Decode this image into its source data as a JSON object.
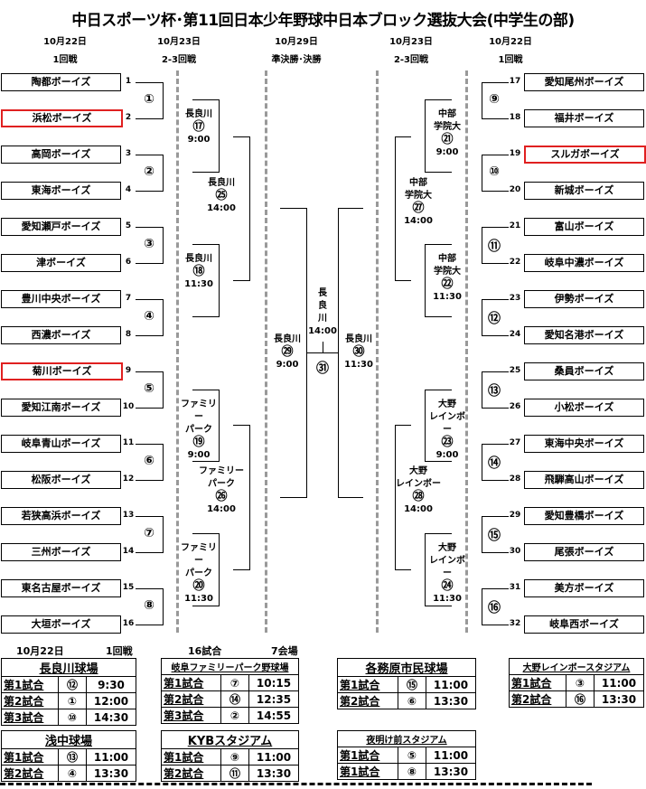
{
  "title": "中日スポーツ杯･第11回日本少年野球中日本ブロック選抜大会(中学生の部)",
  "columns": [
    {
      "date": "10月22日",
      "round": "1回戦"
    },
    {
      "date": "10月23日",
      "round": "2-3回戦"
    },
    {
      "date": "10月29日",
      "round": "準決勝･決勝"
    },
    {
      "date": "10月23日",
      "round": "2-3回戦"
    },
    {
      "date": "10月22日",
      "round": "1回戦"
    }
  ],
  "teams_left": [
    {
      "seed": "1",
      "name": "陶都ボーイズ",
      "highlighted": false
    },
    {
      "seed": "2",
      "name": "浜松ボーイズ",
      "highlighted": true
    },
    {
      "seed": "3",
      "name": "高岡ボーイズ",
      "highlighted": false
    },
    {
      "seed": "4",
      "name": "東海ボーイズ",
      "highlighted": false
    },
    {
      "seed": "5",
      "name": "愛知瀬戸ボーイズ",
      "highlighted": false
    },
    {
      "seed": "6",
      "name": "津ボーイズ",
      "highlighted": false
    },
    {
      "seed": "7",
      "name": "豊川中央ボーイズ",
      "highlighted": false
    },
    {
      "seed": "8",
      "name": "西濃ボーイズ",
      "highlighted": false
    },
    {
      "seed": "9",
      "name": "菊川ボーイズ",
      "highlighted": true
    },
    {
      "seed": "10",
      "name": "愛知江南ボーイズ",
      "highlighted": false
    },
    {
      "seed": "11",
      "name": "岐阜青山ボーイズ",
      "highlighted": false
    },
    {
      "seed": "12",
      "name": "松阪ボーイズ",
      "highlighted": false
    },
    {
      "seed": "13",
      "name": "若狭高浜ボーイズ",
      "highlighted": false
    },
    {
      "seed": "14",
      "name": "三州ボーイズ",
      "highlighted": false
    },
    {
      "seed": "15",
      "name": "東名古屋ボーイズ",
      "highlighted": false
    },
    {
      "seed": "16",
      "name": "大垣ボーイズ",
      "highlighted": false
    }
  ],
  "teams_right": [
    {
      "seed": "17",
      "name": "愛知尾州ボーイズ",
      "highlighted": false
    },
    {
      "seed": "18",
      "name": "福井ボーイズ",
      "highlighted": false
    },
    {
      "seed": "19",
      "name": "スルガボーイズ",
      "highlighted": true
    },
    {
      "seed": "20",
      "name": "新城ボーイズ",
      "highlighted": false
    },
    {
      "seed": "21",
      "name": "富山ボーイズ",
      "highlighted": false
    },
    {
      "seed": "22",
      "name": "岐阜中濃ボーイズ",
      "highlighted": false
    },
    {
      "seed": "23",
      "name": "伊勢ボーイズ",
      "highlighted": false
    },
    {
      "seed": "24",
      "name": "愛知名港ボーイズ",
      "highlighted": false
    },
    {
      "seed": "25",
      "name": "桑員ボーイズ",
      "highlighted": false
    },
    {
      "seed": "26",
      "name": "小松ボーイズ",
      "highlighted": false
    },
    {
      "seed": "27",
      "name": "東海中央ボーイズ",
      "highlighted": false
    },
    {
      "seed": "28",
      "name": "飛騨高山ボーイズ",
      "highlighted": false
    },
    {
      "seed": "29",
      "name": "愛知豊橋ボーイズ",
      "highlighted": false
    },
    {
      "seed": "30",
      "name": "尾張ボーイズ",
      "highlighted": false
    },
    {
      "seed": "31",
      "name": "美方ボーイズ",
      "highlighted": false
    },
    {
      "seed": "32",
      "name": "岐阜西ボーイズ",
      "highlighted": false
    }
  ],
  "round1_left": [
    "①",
    "②",
    "③",
    "④",
    "⑤",
    "⑥",
    "⑦",
    "⑧"
  ],
  "round1_right": [
    "⑨",
    "⑩",
    "⑪",
    "⑫",
    "⑬",
    "⑭",
    "⑮",
    "⑯"
  ],
  "round2_left": [
    {
      "no": "⑰",
      "venue": "長良川",
      "time": "9:00"
    },
    {
      "no": "⑱",
      "venue": "長良川",
      "time": "11:30"
    },
    {
      "no": "⑲",
      "venue": "ファミリー\nパーク",
      "time": "9:00"
    },
    {
      "no": "⑳",
      "venue": "ファミリー\nパーク",
      "time": "11:30"
    }
  ],
  "round2_right": [
    {
      "no": "㉑",
      "venue": "中部\n学院大",
      "time": "9:00"
    },
    {
      "no": "㉒",
      "venue": "中部\n学院大",
      "time": "11:30"
    },
    {
      "no": "㉓",
      "venue": "大野\nレインボー",
      "time": "9:00"
    },
    {
      "no": "㉔",
      "venue": "大野\nレインボー",
      "time": "11:30"
    }
  ],
  "round3_left": [
    {
      "no": "㉕",
      "venue": "長良川",
      "time": "14:00"
    },
    {
      "no": "㉖",
      "venue": "ファミリー\nパーク",
      "time": "14:00"
    }
  ],
  "round3_right": [
    {
      "no": "㉗",
      "venue": "中部\n学院大",
      "time": "14:00"
    },
    {
      "no": "㉘",
      "venue": "大野\nレインボー",
      "time": "14:00"
    }
  ],
  "semis": [
    {
      "no": "㉙",
      "venue": "長良川",
      "time": "9:00"
    },
    {
      "no": "㉚",
      "venue": "長良川",
      "time": "11:30"
    }
  ],
  "final": {
    "no": "㉛",
    "venue": "長\n良\n川",
    "time": "14:00"
  },
  "schedule": {
    "date": "10月22日",
    "round": "1回戦",
    "games": "16試合",
    "venues": "7会場",
    "tables": [
      {
        "name": "長良川球場",
        "rows": [
          {
            "label": "第1試合",
            "game": "⑫",
            "time": "9:30"
          },
          {
            "label": "第2試合",
            "game": "①",
            "time": "12:00"
          },
          {
            "label": "第3試合",
            "game": "⑩",
            "time": "14:30"
          }
        ]
      },
      {
        "name": "岐阜ファミリーパーク野球場",
        "rows": [
          {
            "label": "第1試合",
            "game": "⑦",
            "time": "10:15"
          },
          {
            "label": "第2試合",
            "game": "⑭",
            "time": "12:35"
          },
          {
            "label": "第3試合",
            "game": "②",
            "time": "14:55"
          }
        ]
      },
      {
        "name": "各務原市民球場",
        "rows": [
          {
            "label": "第1試合",
            "game": "⑮",
            "time": "11:00"
          },
          {
            "label": "第2試合",
            "game": "⑥",
            "time": "13:30"
          }
        ]
      },
      {
        "name": "大野レインボースタジアム",
        "rows": [
          {
            "label": "第1試合",
            "game": "③",
            "time": "11:00"
          },
          {
            "label": "第2試合",
            "game": "⑯",
            "time": "13:30"
          }
        ]
      },
      {
        "name": "浅中球場",
        "rows": [
          {
            "label": "第1試合",
            "game": "⑬",
            "time": "11:00"
          },
          {
            "label": "第2試合",
            "game": "④",
            "time": "13:30"
          }
        ]
      },
      {
        "name": "KYBスタジアム",
        "rows": [
          {
            "label": "第1試合",
            "game": "⑨",
            "time": "11:00"
          },
          {
            "label": "第2試合",
            "game": "⑪",
            "time": "13:30"
          }
        ]
      },
      {
        "name": "夜明け前スタジアム",
        "rows": [
          {
            "label": "第1試合",
            "game": "⑤",
            "time": "11:00"
          },
          {
            "label": "第1試合",
            "game": "⑧",
            "time": "13:30"
          }
        ]
      }
    ]
  }
}
